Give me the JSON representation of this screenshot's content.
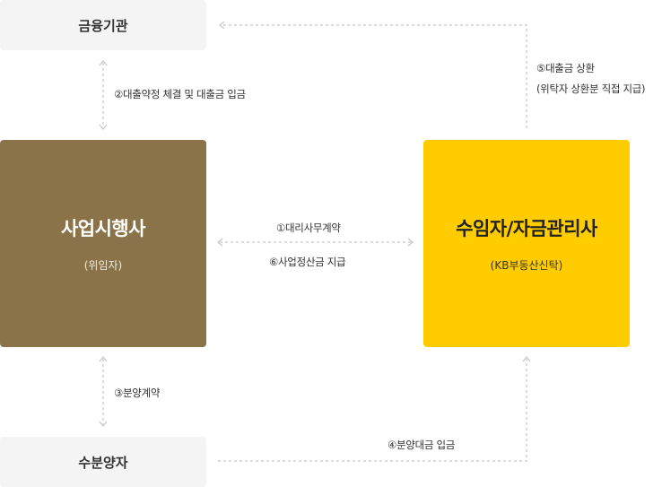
{
  "nodes": {
    "financial": {
      "title": "금융기관"
    },
    "developer": {
      "title": "사업시행사",
      "subtitle": "(위임자)"
    },
    "trustee": {
      "title": "수임자/자금관리사",
      "subtitle": "(KB부동산신탁)"
    },
    "buyer": {
      "title": "수분양자"
    }
  },
  "labels": {
    "step1": "①대리사무계약",
    "step2": "②대출약정 체결 및 대출금 입금",
    "step3": "③분양계약",
    "step4": "④분양대금 입금",
    "step5_line1": "⑤대출금 상환",
    "step5_line2": "(위탁자 상환분 직접 지급)",
    "step6": "⑥사업정산금 지급"
  },
  "colors": {
    "grey_box": "#f4f4f4",
    "developer_box": "#8a7348",
    "trustee_box": "#ffcc00",
    "arrow": "#c8c8c8"
  }
}
